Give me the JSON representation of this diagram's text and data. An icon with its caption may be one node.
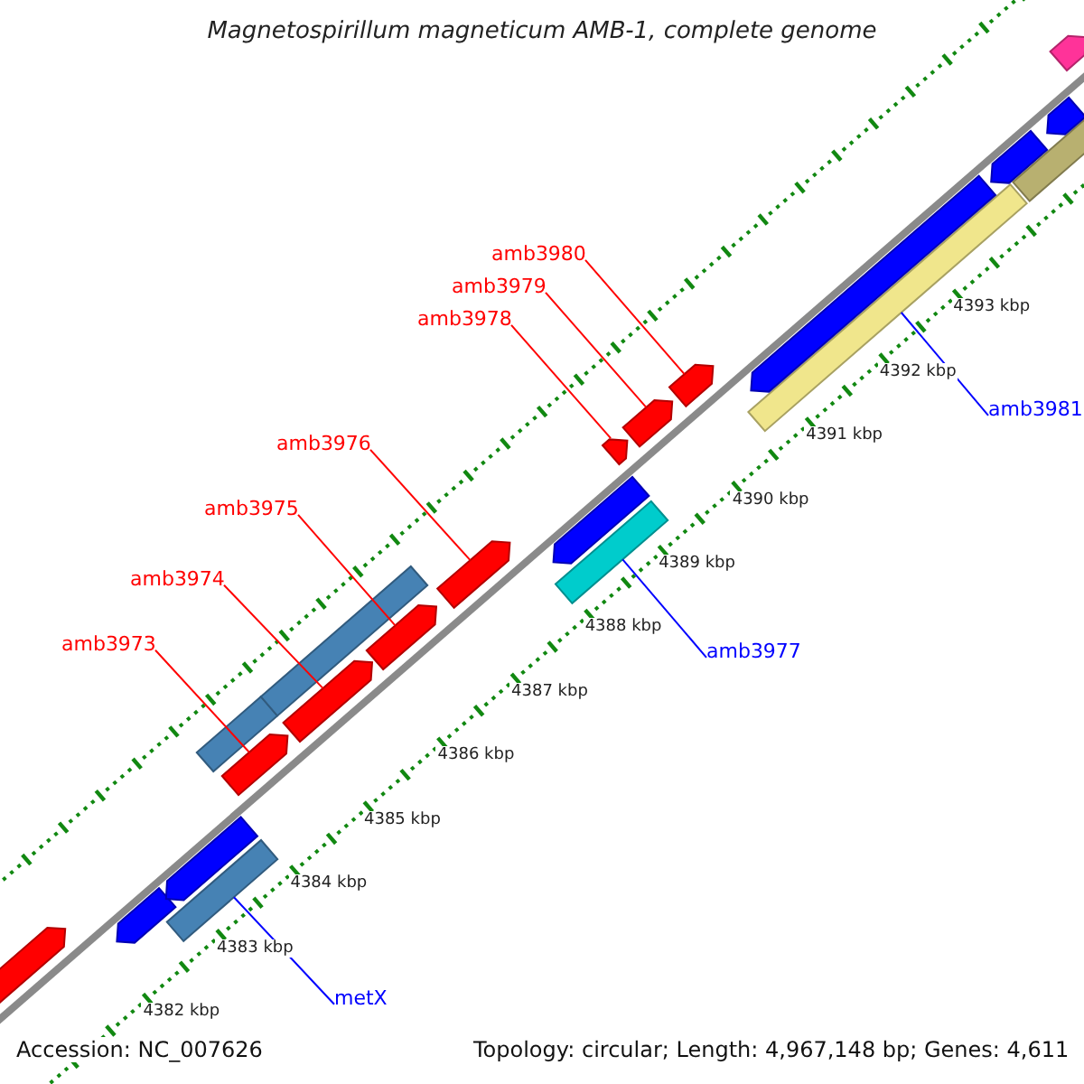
{
  "diagram": {
    "title": "Magnetospirillum magneticum AMB-1, complete genome",
    "nodes": [
      {
        "text": [
          "amb3980"
        ]
      },
      {
        "text": [
          "amb3979"
        ]
      },
      {
        "text": [
          "amb3978"
        ]
      },
      {
        "text": [
          "amb3981"
        ]
      },
      {
        "text": [
          "amb3976"
        ]
      },
      {
        "text": [
          "amb3975"
        ]
      },
      {
        "text": [
          "amb3974"
        ]
      },
      {
        "text": [
          "amb3973"
        ]
      },
      {
        "text": [
          "amb3977"
        ]
      },
      {
        "text": [
          "metX"
        ]
      },
      {
        "text": [],
        "shape": "bar"
      },
      {
        "text": [],
        "shape": "bar"
      },
      {
        "text": [],
        "shape": "bar"
      },
      {
        "text": [],
        "shape": "bar"
      },
      {
        "text": [],
        "shape": "bar"
      },
      {
        "text": [],
        "shape": "bar"
      },
      {
        "text": [],
        "shape": "bar"
      },
      {
        "text": [],
        "shape": "bar"
      },
      {
        "text": [],
        "shape": "bar"
      },
      {
        "text": [],
        "shape": "bar"
      },
      {
        "text": [],
        "shape": "bar"
      },
      {
        "text": [],
        "shape": "bar"
      },
      {
        "text": [],
        "shape": "bar"
      },
      {
        "text": [],
        "shape": "bar"
      },
      {
        "text": [],
        "shape": "bar"
      },
      {
        "text": [],
        "shape": "bar"
      },
      {
        "text": [],
        "shape": "bar"
      },
      {
        "text": [],
        "shape": "bar"
      },
      {
        "text": [],
        "shape": "bar"
      },
      {
        "text": [],
        "shape": "bar"
      },
      {
        "text": [],
        "shape": "bar"
      }
    ],
    "edges": [
      {
        "from": 0,
        "to": 24,
        "arrow": "none"
      },
      {
        "from": 1,
        "to": 23,
        "arrow": "none"
      },
      {
        "from": 2,
        "to": 22,
        "arrow": "none"
      },
      {
        "from": 3,
        "to": 25,
        "arrow": "none",
        "color": "#0000ff"
      },
      {
        "from": 4,
        "to": 19,
        "arrow": "none"
      },
      {
        "from": 5,
        "to": 18,
        "arrow": "none"
      },
      {
        "from": 6,
        "to": 16,
        "arrow": "none"
      },
      {
        "from": 7,
        "to": 15,
        "arrow": "none"
      },
      {
        "from": 8,
        "to": 20,
        "arrow": "none",
        "color": "#0000ff"
      },
      {
        "from": 9,
        "to": 12,
        "arrow": "none",
        "color": "#0000ff"
      }
    ],
    "labels": [
      "4382 kbp",
      "4383 kbp",
      "4384 kbp",
      "4385 kbp",
      "4386 kbp",
      "4387 kbp",
      "4388 kbp",
      "4389 kbp",
      "4390 kbp",
      "4391 kbp",
      "4392 kbp",
      "4393 kbp",
      "Accession: NC_007626",
      "Topology: circular; Length: 4,967,148 bp; Genes: 4,611"
    ]
  }
}
